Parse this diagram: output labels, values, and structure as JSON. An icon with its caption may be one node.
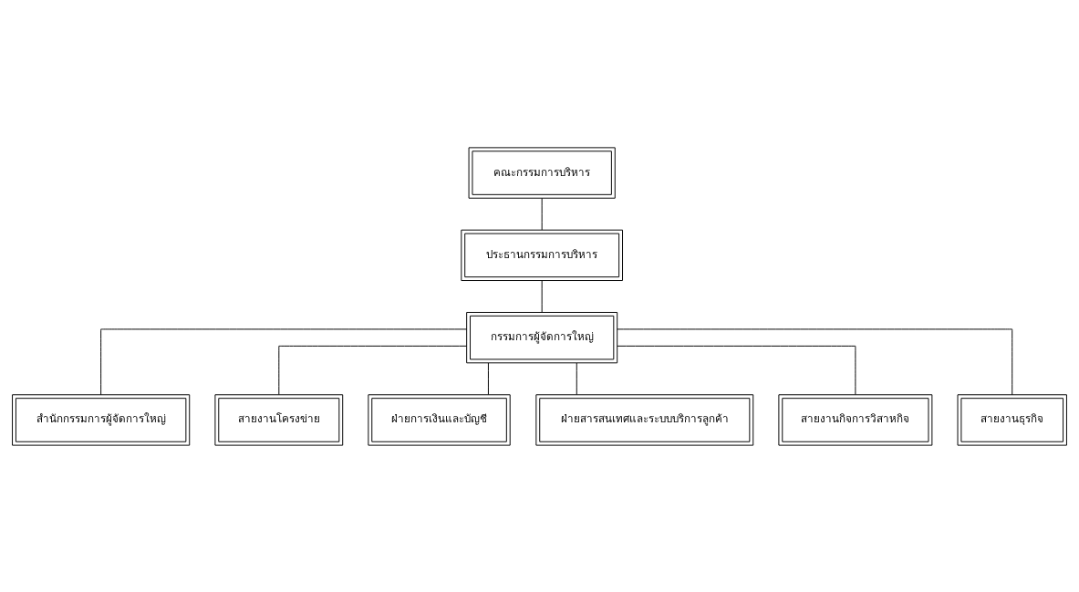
{
  "diagram": {
    "nodes": [
      {
        "text": [
          "คณะกรรมการบริหาร"
        ]
      },
      {
        "text": [
          "ประธานกรรมการบริหาร"
        ]
      },
      {
        "text": [
          "กรรมการผู้จัดการใหญ่"
        ]
      },
      {
        "text": [
          "สำนักกรรมการผู้จัดการใหญ่"
        ]
      },
      {
        "text": [
          "สายงานโครงข่าย"
        ]
      },
      {
        "text": [
          "ฝ่ายการเงินและบัญชี"
        ]
      },
      {
        "text": [
          "ฝ่ายสารสนเทศและระบบบริการลูกค้า"
        ]
      },
      {
        "text": [
          "สายงานกิจการวิสาหกิจ"
        ]
      },
      {
        "text": [
          "สายงานธุรกิจ"
        ]
      }
    ],
    "edges": [
      {
        "from": 0,
        "to": 1,
        "arrow": "none"
      },
      {
        "from": 1,
        "to": 2,
        "arrow": "none"
      },
      {
        "from": 2,
        "to": 3,
        "arrow": "none"
      },
      {
        "from": 2,
        "to": 4,
        "arrow": "none"
      },
      {
        "from": 2,
        "to": 5,
        "arrow": "none"
      },
      {
        "from": 2,
        "to": 6,
        "arrow": "none"
      },
      {
        "from": 2,
        "to": 7,
        "arrow": "none"
      },
      {
        "from": 2,
        "to": 8,
        "arrow": "none"
      }
    ]
  }
}
